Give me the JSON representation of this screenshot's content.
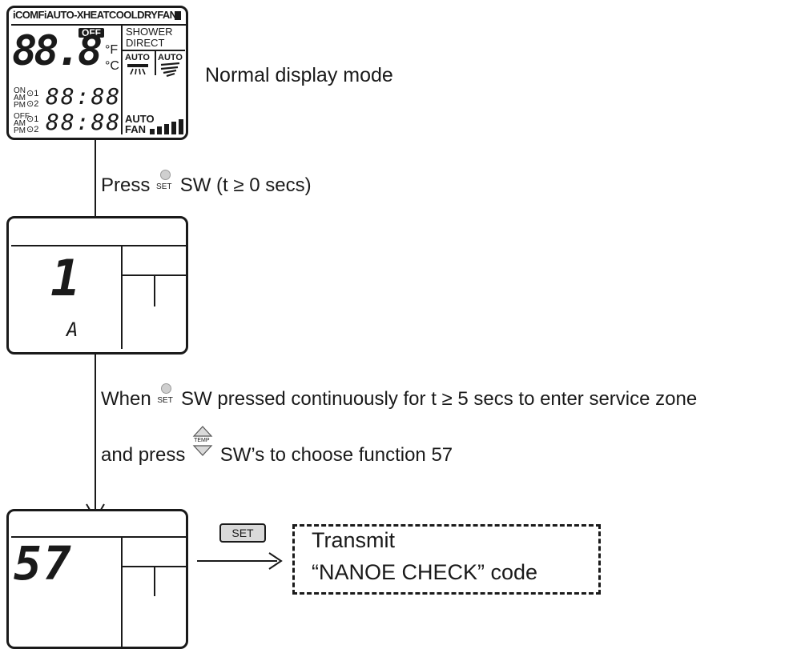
{
  "display1": {
    "mode_bar": "iCOMFiAUTO-XHEATCOOLDRYFAN",
    "off_badge": "OFF",
    "temp_digits": "88.8",
    "unit_f": "°F",
    "unit_c": "°C",
    "shower": "SHOWER",
    "direct": "DIRECT",
    "auto_left": "AUTO",
    "auto_right": "AUTO",
    "on_label": "ON",
    "am_label": "AM",
    "pm_label": "PM",
    "off_label": "OFF",
    "timer1": "1",
    "timer2": "2",
    "time_row1": "88:88",
    "time_row2": "88:88",
    "fan_auto": "AUTO",
    "fan_label": "FAN"
  },
  "captions": {
    "normal_mode": "Normal display mode",
    "step1_press": "Press",
    "step1_set": "SET",
    "step1_rest": "SW (t ≥ 0 secs)",
    "step2_when": "When",
    "step2_set": "SET",
    "step2_rest": "SW pressed continuously for t ≥ 5 secs to enter service zone",
    "step3_and": "and press",
    "step3_temp": "TEMP",
    "step3_rest": "SW’s to choose function 57"
  },
  "display2": {
    "digit": "1",
    "sub": "A"
  },
  "display3": {
    "digits": "57"
  },
  "set_button": "SET",
  "transmit": {
    "line1": "Transmit",
    "line2": "“NANOE CHECK” code"
  }
}
